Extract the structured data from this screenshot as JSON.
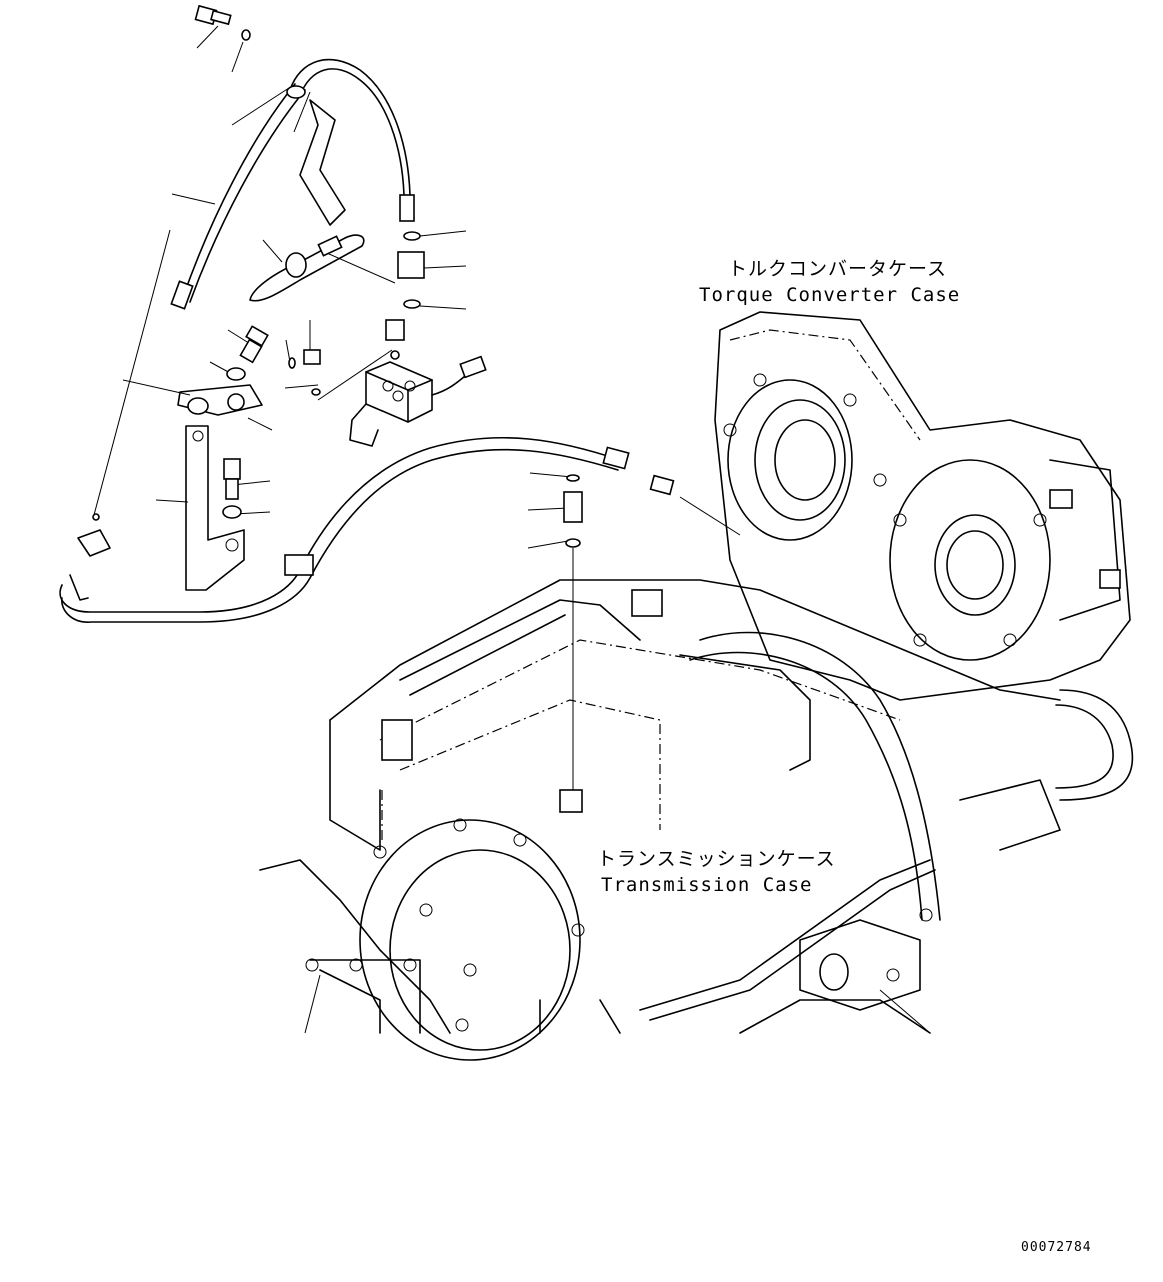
{
  "labels": {
    "torque_converter_case_jp": "トルクコンバータケース",
    "torque_converter_case_en": "Torque Converter Case",
    "transmission_case_jp": "トランスミッションケース",
    "transmission_case_en": "Transmission Case",
    "figure_number": "00072784"
  },
  "colors": {
    "line": "#000000",
    "background": "#ffffff"
  }
}
